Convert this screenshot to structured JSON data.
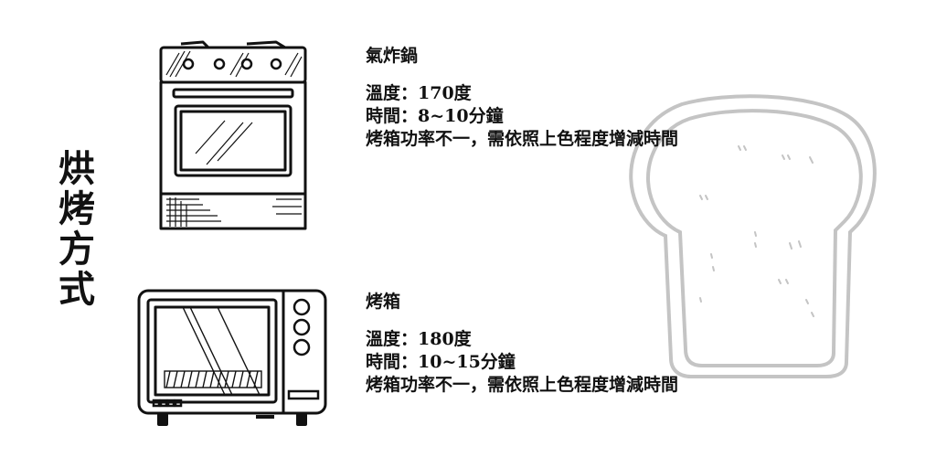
{
  "section_title": [
    "烘",
    "烤",
    "方",
    "式"
  ],
  "methods": [
    {
      "name": "氣炸鍋",
      "temperature": "溫度：170度",
      "time": "時間：8~10分鐘",
      "note": "烤箱功率不一，需依照上色程度增減時間",
      "icon": "oven-stove-icon"
    },
    {
      "name": "烤箱",
      "temperature": "溫度：180度",
      "time": "時間：10~15分鐘",
      "note": "烤箱功率不一，需依照上色程度增減時間",
      "icon": "toaster-oven-icon"
    }
  ],
  "decoration": {
    "icon": "bread-slice-icon",
    "color": "#c4c4c4"
  }
}
